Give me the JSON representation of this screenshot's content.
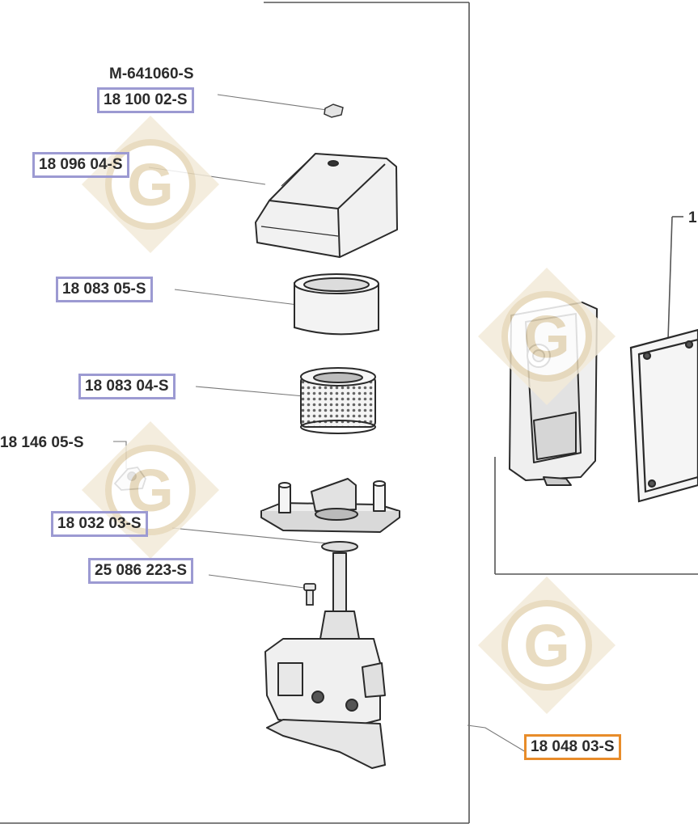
{
  "labels": {
    "m641060": "M-641060-S",
    "p1810002": "18 100 02-S",
    "p1809604": "18 096 04-S",
    "p1808305": "18 083 05-S",
    "p1808304": "18 083 04-S",
    "p1814605": "18 146 05-S",
    "p1803203": "18 032 03-S",
    "p2508622": "25 086 223-S",
    "p1804803": "18 048 03-S",
    "right_cut": "1"
  },
  "colors": {
    "label_box": "#9c9ad2",
    "highlight_box": "#e88c2a",
    "watermark": "#e6d6b6",
    "line": "#555555"
  },
  "watermark_icon": "g-logo-watermark"
}
